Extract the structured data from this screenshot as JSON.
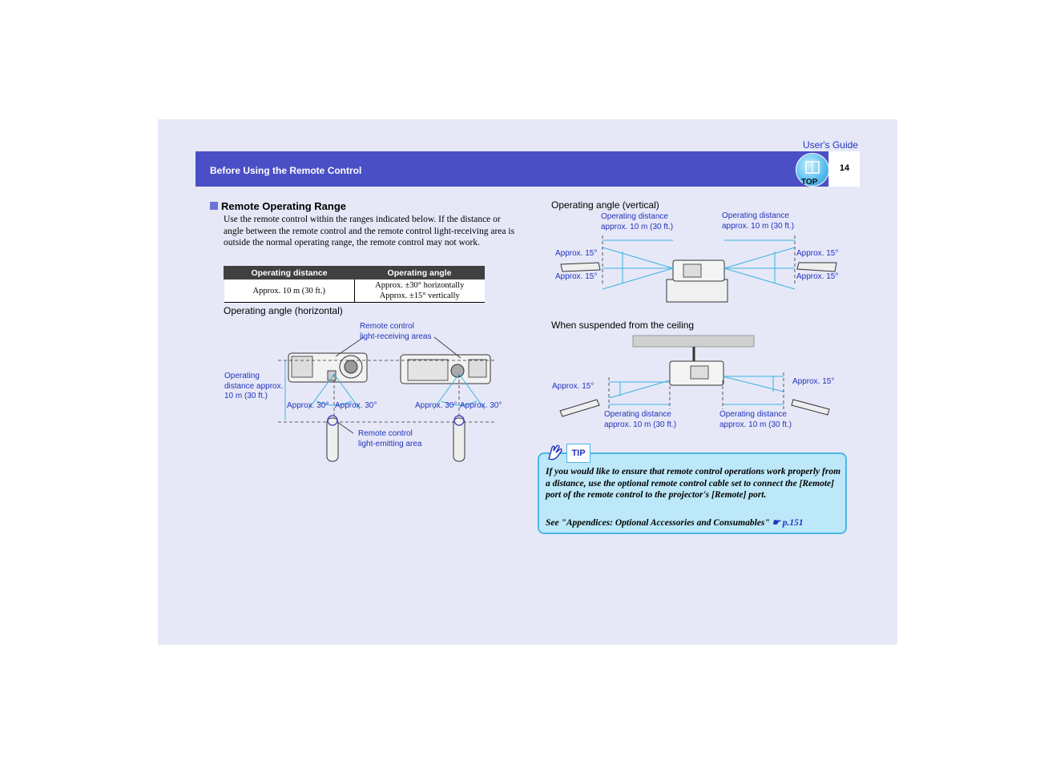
{
  "header": {
    "guide_label": "User's Guide",
    "section": "Before Using the Remote Control",
    "page_number": "14",
    "top_button": "TOP"
  },
  "section": {
    "title": "Remote Operating Range",
    "intro": "Use the remote control within the ranges indicated below. If the distance or angle between the remote control and the remote control light-receiving area is outside the normal operating range, the remote control may not work."
  },
  "spec_table": {
    "headers": [
      "Operating distance",
      "Operating angle"
    ],
    "rows": [
      {
        "distance": "Approx. 10 m (30 ft.)",
        "angle_1": "Approx. ±30° horizontally",
        "angle_2": "Approx. ±15° vertically"
      }
    ]
  },
  "horizontal": {
    "caption": "Operating angle (horizontal)",
    "receiving_label_1": "Remote control",
    "receiving_label_2": "light-receiving areas",
    "distance_1": "Operating",
    "distance_2": "distance approx.",
    "distance_3": "10 m (30 ft.)",
    "angle_label": "Approx. 30°",
    "emitting_label_1": "Remote control",
    "emitting_label_2": "light-emitting area"
  },
  "vertical": {
    "caption": "Operating angle (vertical)",
    "distance_1": "Operating distance",
    "distance_2": "approx. 10 m (30 ft.)",
    "angle_label": "Approx. 15°"
  },
  "ceiling": {
    "caption": "When suspended from the ceiling",
    "distance_1": "Operating distance",
    "distance_2": "approx. 10 m (30 ft.)",
    "angle_label": "Approx. 15°"
  },
  "tip": {
    "label": "TIP",
    "text": "If you would like to ensure that remote control operations work properly from a distance, use the optional remote control cable set to connect the [Remote] port of the remote control to the projector's [Remote] port.",
    "see_text": "See \"Appendices: Optional Accessories and Consumables\"",
    "see_link": "p.151",
    "pointer_glyph": "☛"
  },
  "colors": {
    "header": "#4a4fc6",
    "page": "#e6e8f8",
    "tip_bg": "#bce8f9",
    "tip_border": "#4ab6e6",
    "annotation": "#2233bb",
    "lines": "#3fb2e0"
  }
}
